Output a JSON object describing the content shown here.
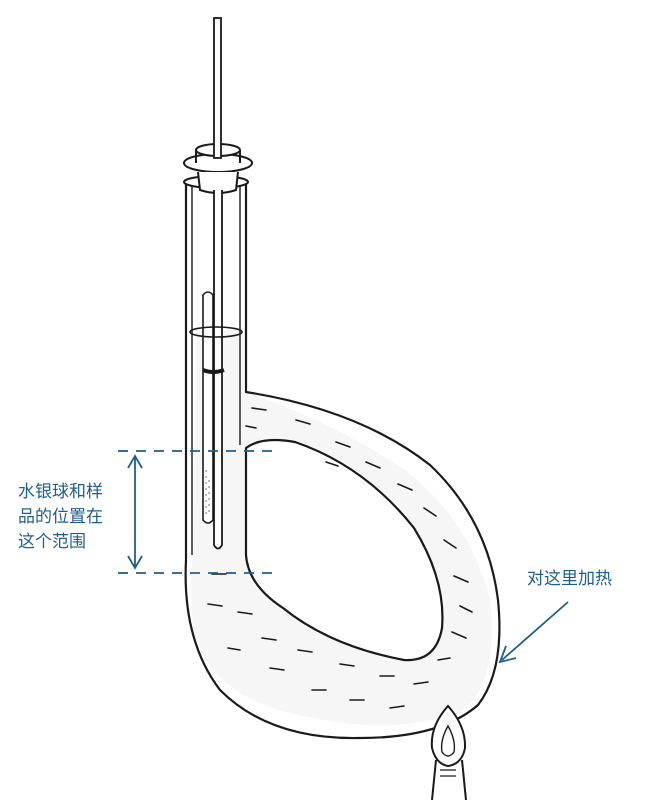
{
  "annotations": {
    "position_note_lines": [
      "水银球和样",
      "品的位置在",
      "这个范围"
    ],
    "heat_note": "对这里加热"
  },
  "colors": {
    "annotation": "#1f5f8b",
    "ink": "#1a1a1a",
    "background": "#ffffff"
  },
  "components": [
    "thiele-tube",
    "thermometer",
    "capillary-tube",
    "cork-stopper",
    "heating-oil",
    "alcohol-lamp-flame",
    "range-markers",
    "heat-arrow"
  ]
}
